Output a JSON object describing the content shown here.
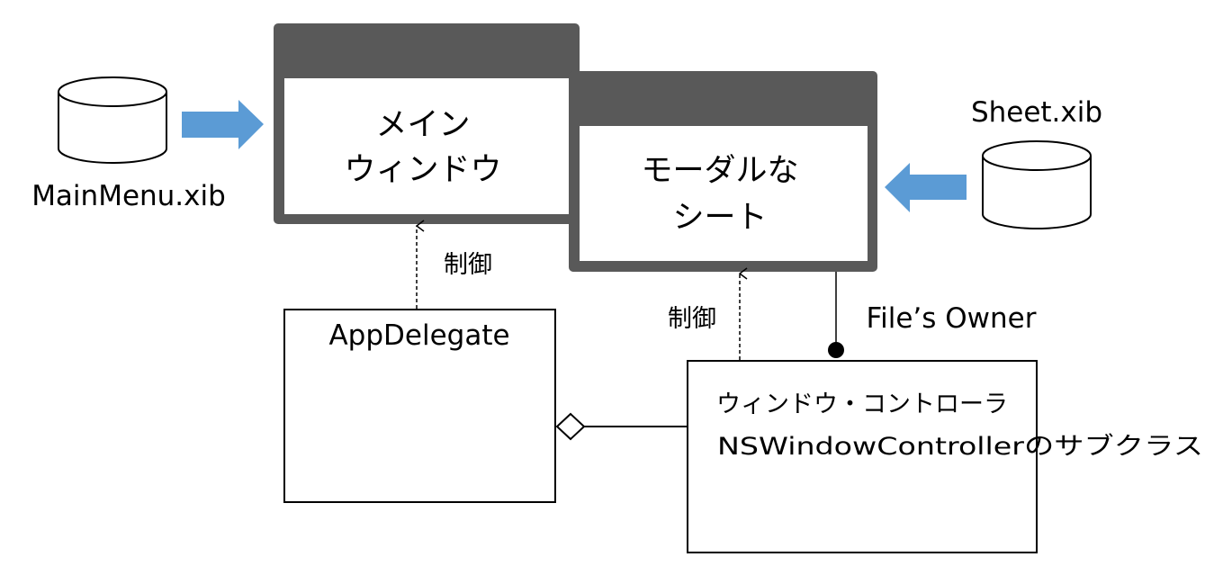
{
  "colors": {
    "window_frame": "#595959",
    "window_body": "#ffffff",
    "arrow_fill": "#5b9bd5",
    "line": "#000000",
    "background": "#ffffff"
  },
  "main_menu_xib": {
    "label": "MainMenu.xib",
    "icon": "database-cylinder-icon"
  },
  "sheet_xib": {
    "label": "Sheet.xib",
    "icon": "database-cylinder-icon"
  },
  "main_window": {
    "line1": "メイン",
    "line2": "ウィンドウ"
  },
  "modal_sheet": {
    "line1": "モーダルな",
    "line2": "シート"
  },
  "app_delegate": {
    "title": "AppDelegate"
  },
  "window_controller": {
    "line1": "ウィンドウ・コントローラ",
    "line2": "NSWindowControllerのサブクラス"
  },
  "connectors": {
    "control_main": "制御",
    "control_sheet": "制御",
    "files_owner": "File’s Owner"
  }
}
